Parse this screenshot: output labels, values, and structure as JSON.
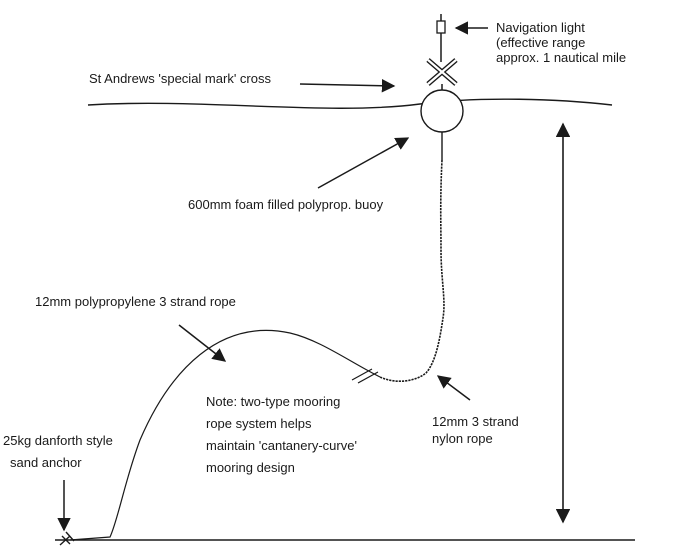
{
  "labels": {
    "nav_light": [
      "Navigation light",
      "(effective range",
      "approx. 1 nautical mile"
    ],
    "cross": "St Andrews 'special mark' cross",
    "buoy": "600mm foam filled polyprop. buoy",
    "poly_rope": "12mm polypropylene 3 strand rope",
    "note": [
      "Note: two-type mooring",
      "rope system helps",
      "maintain 'cantanery-curve'",
      "mooring design"
    ],
    "nylon_rope": [
      "12mm 3 strand",
      "nylon rope"
    ],
    "anchor": [
      "25kg danforth style",
      "sand anchor"
    ]
  },
  "colors": {
    "ink": "#1a1a1a",
    "background": "#ffffff"
  }
}
